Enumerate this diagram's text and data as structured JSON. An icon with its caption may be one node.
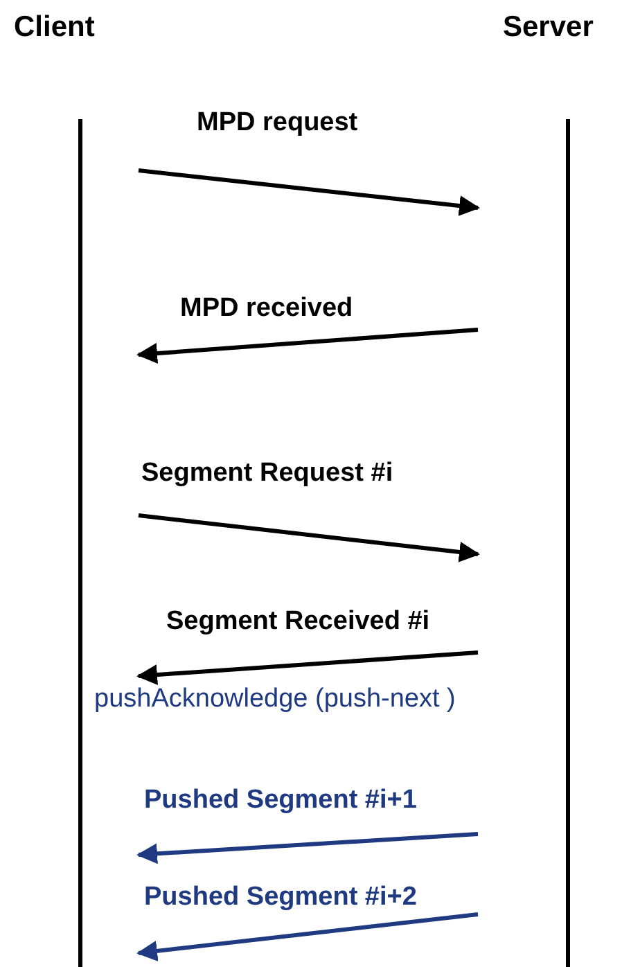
{
  "diagram": {
    "nodes": [
      {
        "text": [
          "Client"
        ]
      },
      {
        "text": [
          "Server"
        ]
      }
    ],
    "edges": [
      {
        "from": 0,
        "to": 1,
        "arrow": "to",
        "label": "MPD request"
      },
      {
        "from": 1,
        "to": 0,
        "arrow": "to",
        "label": "MPD received"
      },
      {
        "from": 0,
        "to": 1,
        "arrow": "to",
        "label": "Segment Request #i"
      },
      {
        "from": 1,
        "to": 0,
        "arrow": "to",
        "label": "Segment Received #i"
      },
      {
        "from": 1,
        "to": 0,
        "arrow": "to",
        "label": "Pushed Segment #i+1",
        "color": "#1f3a80"
      },
      {
        "from": 1,
        "to": 0,
        "arrow": "to",
        "label": "Pushed Segment #i+2",
        "color": "#1f3a80"
      }
    ],
    "labels": [
      "pushAcknowledge (push-next )"
    ]
  }
}
